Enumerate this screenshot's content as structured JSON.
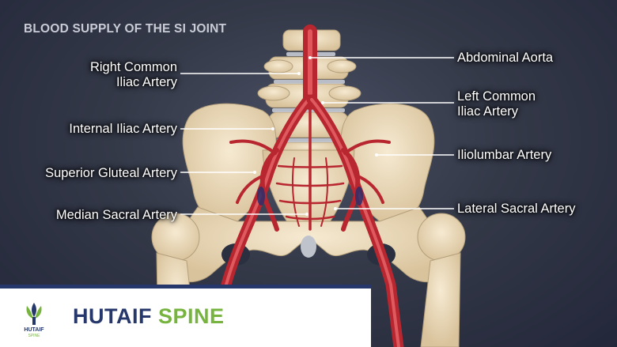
{
  "title": "BLOOD SUPPLY OF THE SI JOINT",
  "labels": {
    "abdominal_aorta": "Abdominal Aorta",
    "right_common_iliac_line1": "Right Common",
    "right_common_iliac_line2": "Iliac Artery",
    "left_common_iliac_line1": "Left Common",
    "left_common_iliac_line2": "Iliac Artery",
    "internal_iliac": "Internal Iliac Artery",
    "iliolumbar": "Iliolumbar Artery",
    "superior_gluteal": "Superior Gluteal Artery",
    "median_sacral": "Median Sacral Artery",
    "lateral_sacral": "Lateral Sacral Artery"
  },
  "brand": {
    "name_part1": "HUTAIF",
    "name_part2": "SPINE",
    "logo_text_line1": "HUTAIF",
    "logo_text_line2": "SPINE"
  },
  "colors": {
    "navy": "#26386b",
    "green": "#77b43f",
    "artery_red": "#c7343b",
    "bone": "#ecdcbd"
  }
}
